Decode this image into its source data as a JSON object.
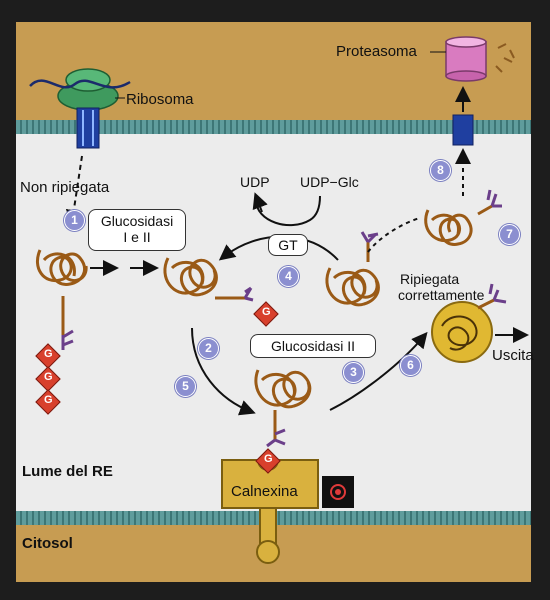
{
  "labels": {
    "ribosome": "Ribosoma",
    "proteasome": "Proteasoma",
    "unfolded": "Non ripiegata",
    "glucosidases_1": "Glucosidasi",
    "glucosidases_2": "I e II",
    "gt": "GT",
    "udp": "UDP",
    "udp_glc": "UDP−Glc",
    "folded_1": "Ripiegata",
    "folded_2": "correttamente",
    "glucosidase2": "Glucosidasi II",
    "exit": "Uscita",
    "er_lumen": "Lume del RE",
    "calnexin": "Calnexina",
    "cytosol": "Citosol",
    "glucose_letter": "G"
  },
  "steps": [
    "1",
    "2",
    "3",
    "4",
    "5",
    "6",
    "7",
    "8"
  ],
  "colors": {
    "membrane": "#6aa6a6",
    "lumen": "#ececec",
    "outside": "#c79c52",
    "protein": "#9a5a16",
    "glucose": "#d8402c",
    "mannose_tree": "#6b3f8a",
    "step_circle": "#8b8fd0",
    "calnexin": "#d9b13e"
  }
}
